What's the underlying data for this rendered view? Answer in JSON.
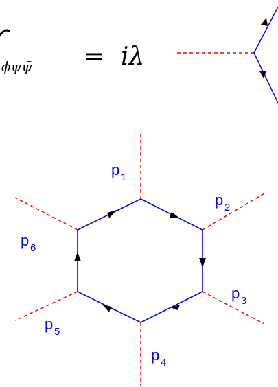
{
  "vertex_rule": {
    "lhs_symbol": "𝓋",
    "lhs_subscript": "ϕψψ̄",
    "equals": "=",
    "rhs": "iλ"
  },
  "external_momenta": [
    {
      "base": "p",
      "index": "1"
    },
    {
      "base": "p",
      "index": "2"
    },
    {
      "base": "p",
      "index": "3"
    },
    {
      "base": "p",
      "index": "4"
    },
    {
      "base": "p",
      "index": "5"
    },
    {
      "base": "p",
      "index": "6"
    }
  ],
  "colors": {
    "scalar_line": "#ff0000",
    "fermion_line": "#0000ff",
    "arrow": "#000000",
    "label": "#0000ff",
    "equation": "#000000"
  }
}
